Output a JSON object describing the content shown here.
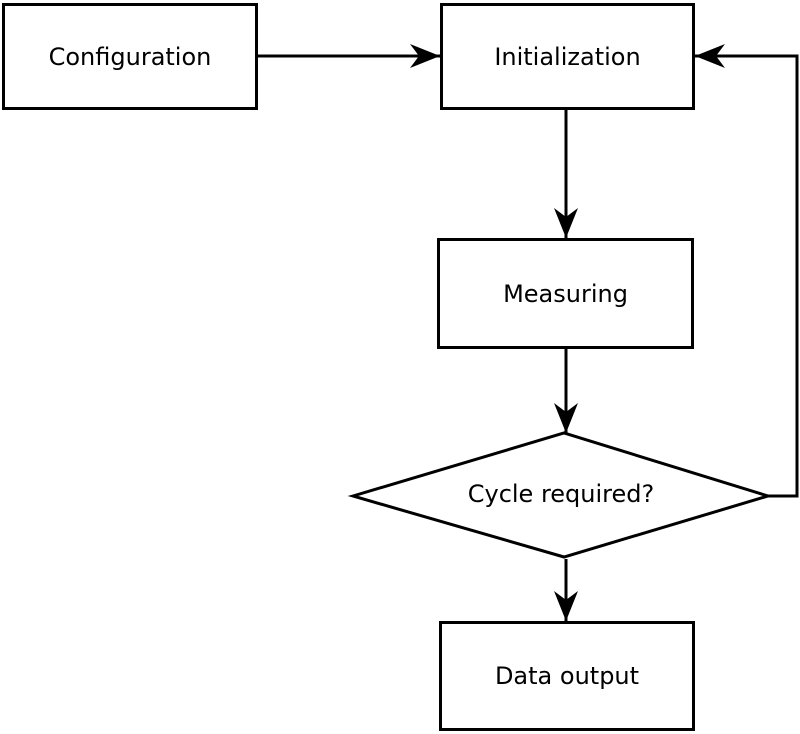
{
  "diagram": {
    "colors": {
      "stroke": "#000000",
      "fill": "#ffffff",
      "background": "#ffffff"
    },
    "nodes": {
      "configuration": {
        "label": "Configuration",
        "shape": "rectangle"
      },
      "initialization": {
        "label": "Initialization",
        "shape": "rectangle"
      },
      "measuring": {
        "label": "Measuring",
        "shape": "rectangle"
      },
      "cycle_required": {
        "label": "Cycle required?",
        "shape": "diamond"
      },
      "data_output": {
        "label": "Data output",
        "shape": "rectangle"
      }
    },
    "edges": [
      {
        "from": "configuration",
        "to": "initialization"
      },
      {
        "from": "initialization",
        "to": "measuring"
      },
      {
        "from": "measuring",
        "to": "cycle_required"
      },
      {
        "from": "cycle_required",
        "to": "data_output"
      },
      {
        "from": "cycle_required",
        "to": "initialization"
      }
    ]
  }
}
